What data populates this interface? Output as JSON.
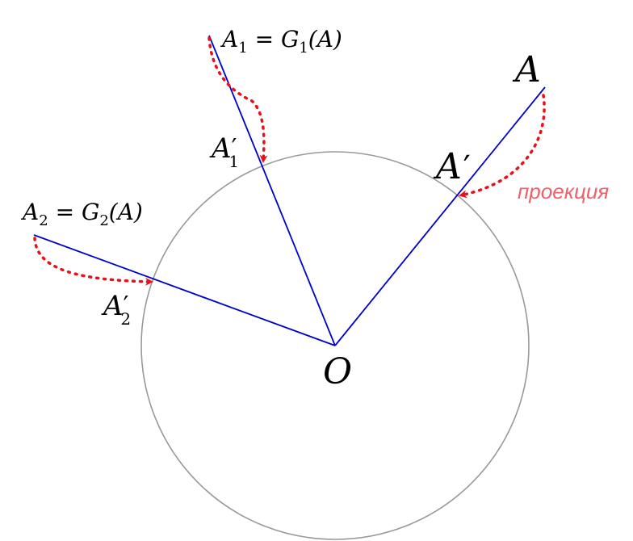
{
  "labels": {
    "point_a": "A",
    "point_a_prime": "A",
    "point_a_prime_mark": "′",
    "origin": "O",
    "a1_main": "A",
    "a1_sub": "1",
    "a1_eq": " = ",
    "a1_g": "G",
    "a1_g_sub": "1",
    "a1_arg": "(A)",
    "a1p_main": "A",
    "a1p_mark": "′",
    "a1p_sub": "1",
    "a2_main": "A",
    "a2_sub": "2",
    "a2_eq": " = ",
    "a2_g": "G",
    "a2_g_sub": "2",
    "a2_arg": "(A)",
    "a2p_main": "A",
    "a2p_mark": "′",
    "a2p_sub": "2",
    "projection_note": "проекция"
  },
  "colors": {
    "circle": "#999999",
    "ray": "#0000cc",
    "arrow": "#e8101a",
    "note": "#f0606a"
  }
}
